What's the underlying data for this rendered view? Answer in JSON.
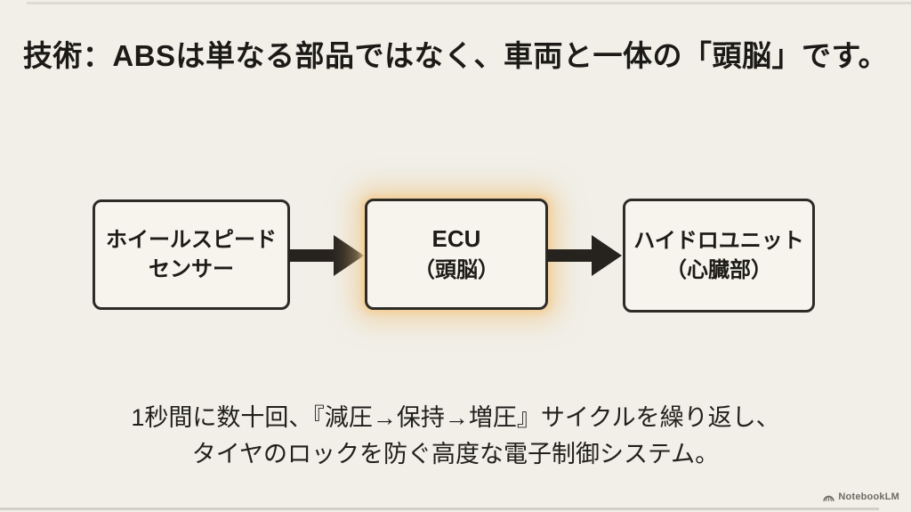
{
  "title": "技術：ABSは単なる部品ではなく、車両と一体の「頭脳」です。",
  "diagram": {
    "boxes": [
      {
        "id": "wheel-speed-sensor",
        "line1": "ホイールスピード",
        "line2": "センサー",
        "highlighted": false
      },
      {
        "id": "ecu",
        "line1": "ECU",
        "line2": "（頭脳）",
        "highlighted": true
      },
      {
        "id": "hydro-unit",
        "line1": "ハイドロユニット",
        "line2": "（心臓部）",
        "highlighted": false
      }
    ],
    "arrows": [
      {
        "icon": "arrow-right"
      },
      {
        "icon": "arrow-right"
      }
    ]
  },
  "caption": {
    "line1": "1秒間に数十回、『減圧→保持→増圧』サイクルを繰り返し、",
    "line2": "タイヤのロックを防ぐ高度な電子制御システム。"
  },
  "watermark": {
    "icon": "notebooklm-logo",
    "label": "NotebookLM"
  },
  "colors": {
    "background": "#f1efe8",
    "box_fill": "#f6f4ed",
    "box_border": "#2d2b26",
    "text": "#1d1b17",
    "arrow": "#26231e",
    "highlight_glow": "#eec484",
    "watermark_text": "#6e6c65"
  }
}
